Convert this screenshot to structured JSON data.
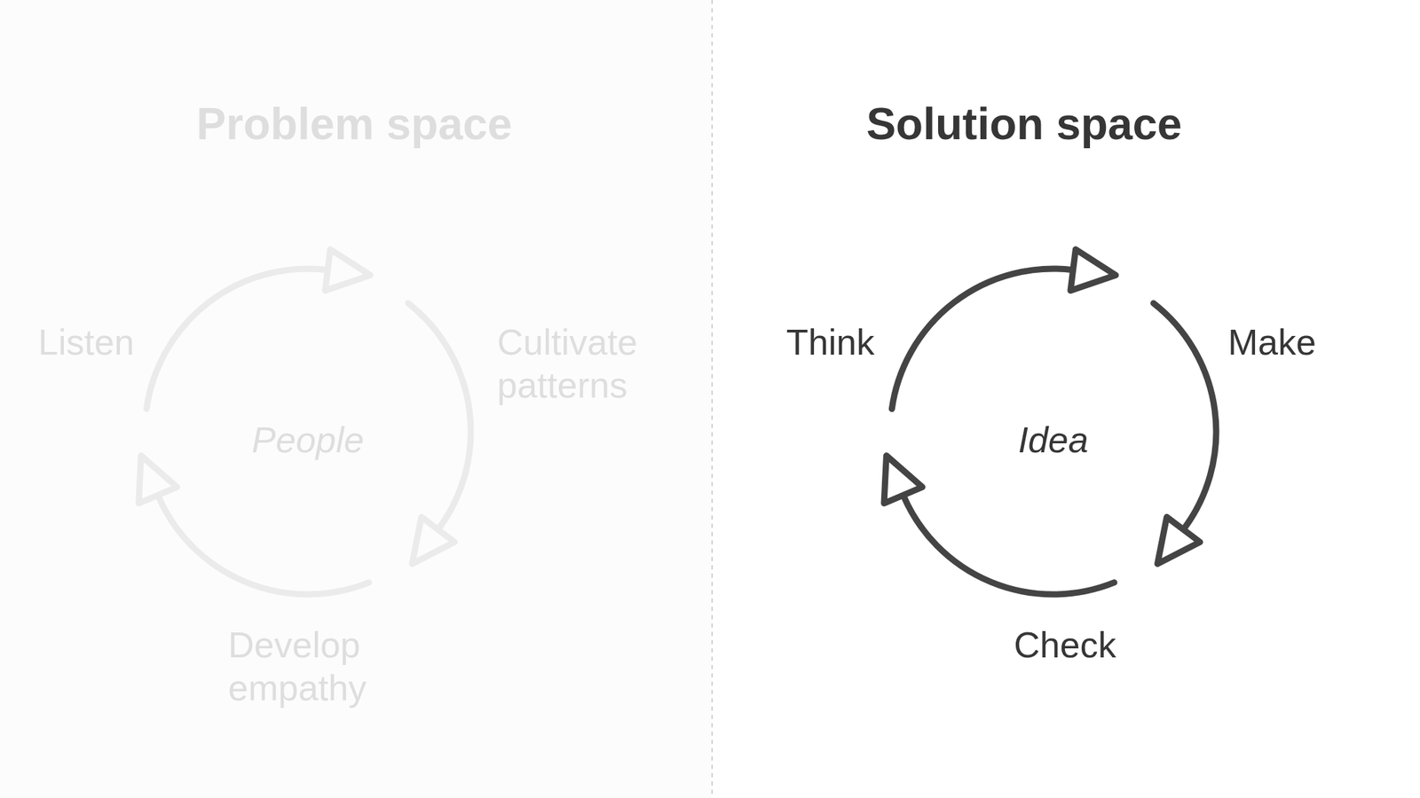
{
  "diagram": {
    "labels": [
      "Problem space",
      "Listen",
      "Cultivate patterns",
      "People",
      "Develop empathy",
      "Solution space",
      "Think",
      "Make",
      "Idea",
      "Check"
    ]
  }
}
